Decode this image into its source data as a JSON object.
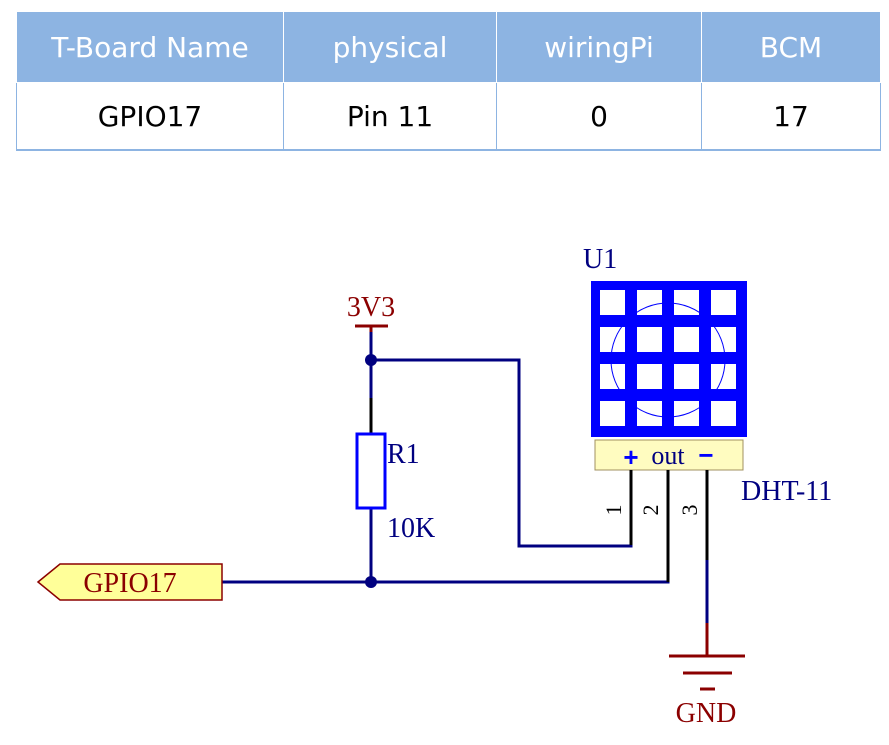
{
  "table": {
    "headers": [
      "T-Board Name",
      "physical",
      "wiringPi",
      "BCM"
    ],
    "rows": [
      [
        "GPIO17",
        "Pin 11",
        "0",
        "17"
      ]
    ]
  },
  "schematic": {
    "power_label": "3V3",
    "ground_label": "GND",
    "resistor": {
      "ref": "R1",
      "value": "10K"
    },
    "sensor": {
      "ref": "U1",
      "model": "DHT-11",
      "pin_strip": {
        "plus": "+",
        "out": "out",
        "minus": "−"
      },
      "pins": [
        "1",
        "2",
        "3"
      ]
    },
    "net_label": "GPIO17"
  },
  "colors": {
    "table_header_bg": "#8db4e2",
    "wire": "#000080",
    "sensor_body": "#0000ff",
    "sensor_strip": "#fffcc0",
    "label_red": "#8b0000",
    "component_blue": "#0000ff",
    "net_label_bg": "#ffff99",
    "net_label_text": "#8b0000"
  }
}
